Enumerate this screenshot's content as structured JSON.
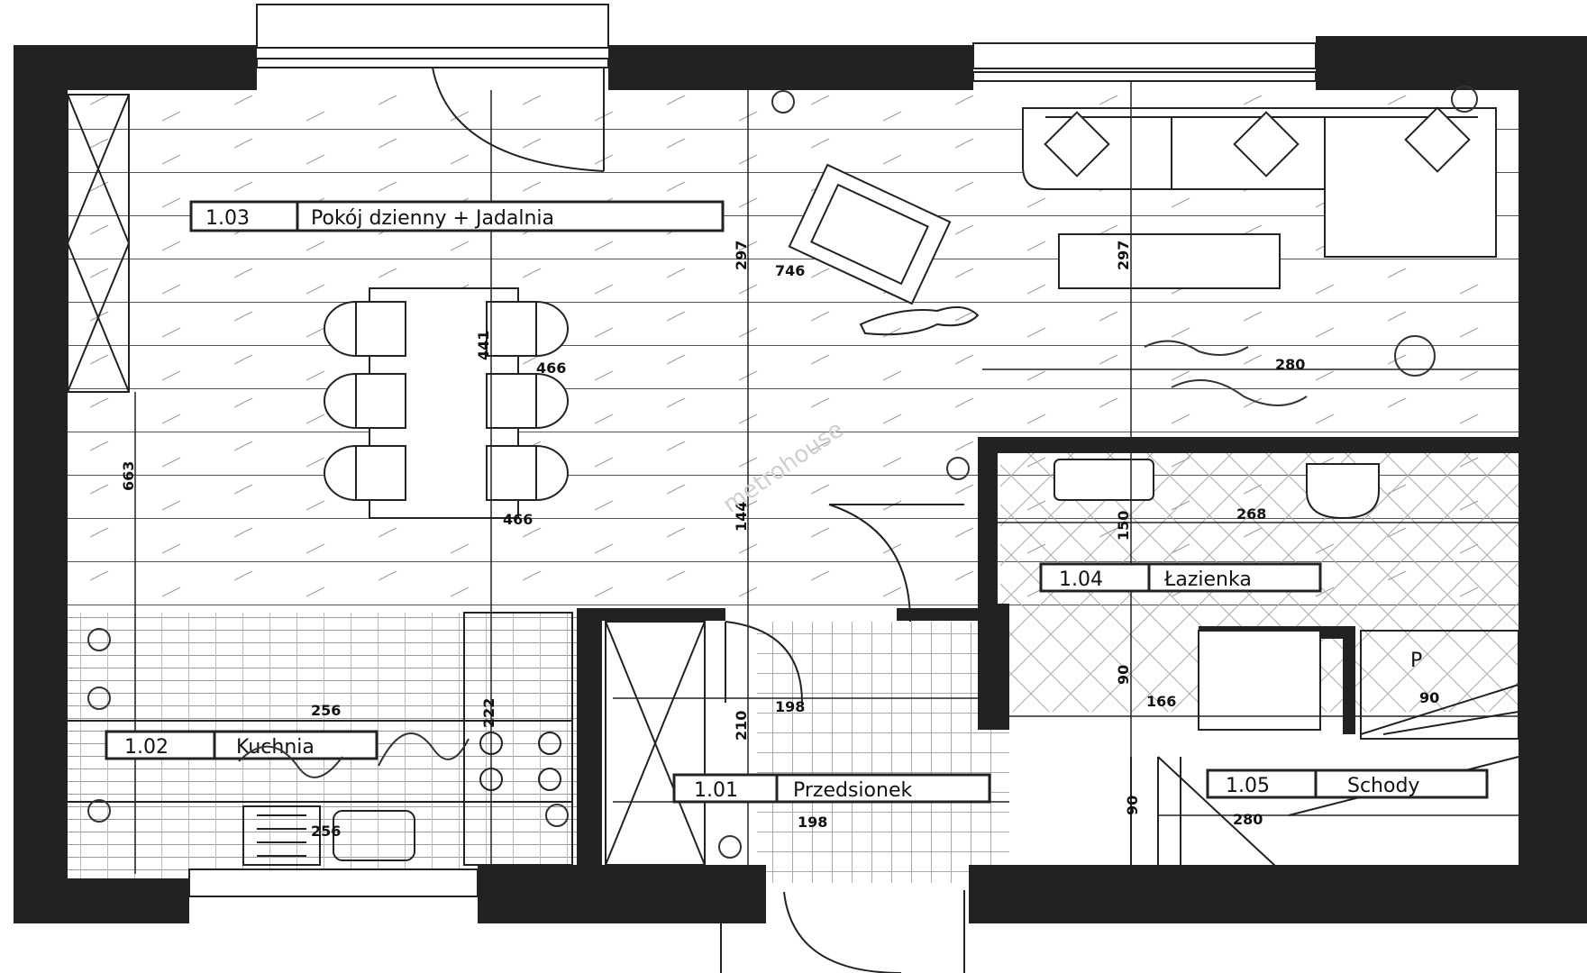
{
  "rooms": [
    {
      "number": "1.03",
      "name": "Pokój dzienny + Jadalnia"
    },
    {
      "number": "1.02",
      "name": "Kuchnia"
    },
    {
      "number": "1.01",
      "name": "Przedsionek"
    },
    {
      "number": "1.04",
      "name": "Łazienka"
    },
    {
      "number": "1.05",
      "name": "Schody"
    }
  ],
  "dimensions": {
    "d297a": "297",
    "d746": "746",
    "d297b": "297",
    "d441": "441",
    "d466a": "466",
    "d280a": "280",
    "d663": "663",
    "d466b": "466",
    "d144": "144",
    "d268": "268",
    "d150": "150",
    "d256a": "256",
    "d222": "222",
    "d210": "210",
    "d198a": "198",
    "d90a": "90",
    "d166": "166",
    "d90b": "90",
    "d198b": "198",
    "d90c": "90",
    "d280b": "280",
    "d256b": "256"
  },
  "annotations": {
    "p_mark": "P",
    "watermark": "metrohouse"
  }
}
